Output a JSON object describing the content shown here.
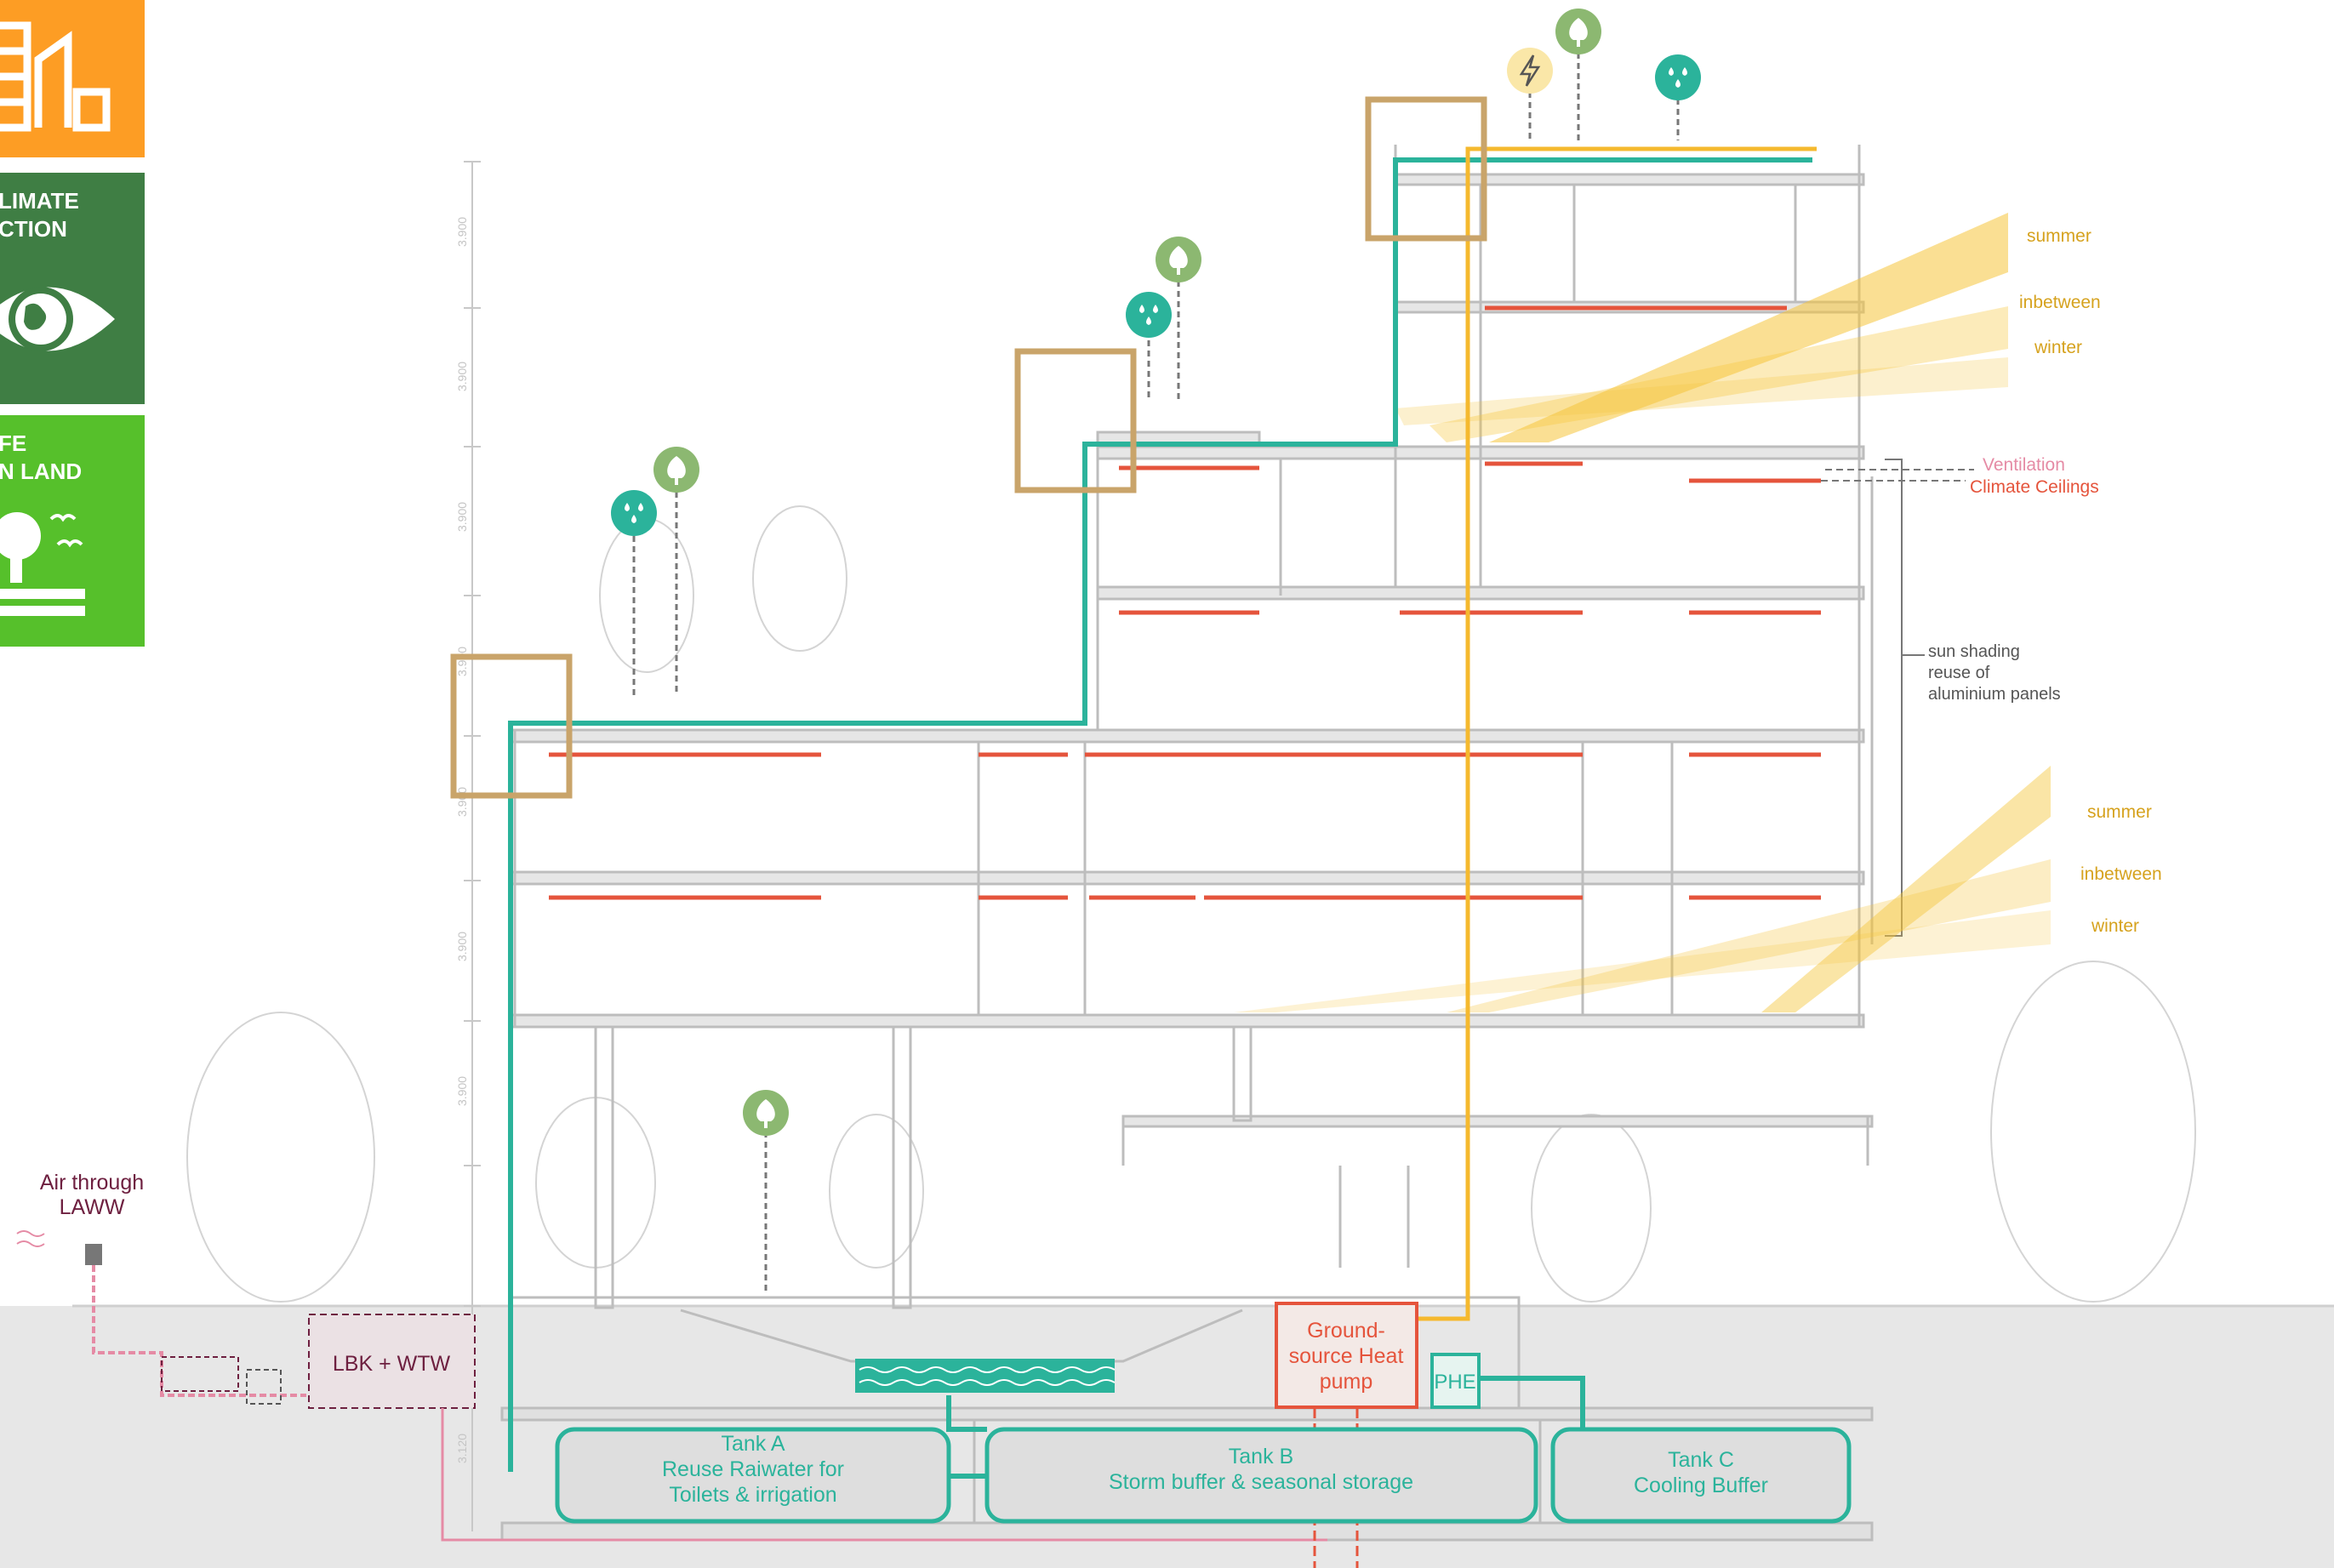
{
  "sdg_tiles": [
    {
      "label_lines": [],
      "color": "#FD9D24",
      "icon": "city-buildings-icon"
    },
    {
      "label_lines": [
        "LIMATE",
        "CTION"
      ],
      "color": "#3F7E44",
      "icon": "earth-eye-icon"
    },
    {
      "label_lines": [
        "FE",
        "N LAND"
      ],
      "color": "#56C02B",
      "icon": "tree-birds-icon"
    }
  ],
  "sun_upper": {
    "summer": "summer",
    "inbetween": "inbetween",
    "winter": "winter"
  },
  "sun_lower": {
    "summer": "summer",
    "inbetween": "inbetween",
    "winter": "winter"
  },
  "ventilation": {
    "line1": "Ventilation",
    "line2": "Climate Ceilings"
  },
  "sun_shading": {
    "line1": "sun shading",
    "line2": "reuse of",
    "line3": "aluminium panels"
  },
  "air": {
    "line1": "Air through",
    "line2": "LAWW"
  },
  "lbk": "LBK + WTW",
  "heat_pump": {
    "line1": "Ground-",
    "line2": "source Heat",
    "line3": "pump"
  },
  "phe": "PHE",
  "tank_a": {
    "line1": "Tank A",
    "line2": "Reuse Raiwater for",
    "line3": "Toilets & irrigation"
  },
  "tank_b": {
    "line1": "Tank B",
    "line2": "Storm buffer & seasonal storage"
  },
  "tank_c": {
    "line1": "Tank C",
    "line2": "Cooling Buffer"
  },
  "dims": [
    "3.900",
    "3.900",
    "3.900",
    "3.900",
    "3.900",
    "3.900",
    "3.900",
    "3.120"
  ],
  "colors": {
    "teal": "#2BB39B",
    "orange": "#F5B92E",
    "red": "#E5543C",
    "tan": "#C9A46A",
    "maroon": "#6E2040",
    "pink": "#E58BA5",
    "grey": "#9A9A9A",
    "sun": "#F5C53A",
    "sun_text": "#D6A21E",
    "text_dark": "#555555",
    "light_green": "#8CB871"
  },
  "icons": [
    "tree-icon",
    "water-drops-icon",
    "lightning-icon"
  ]
}
